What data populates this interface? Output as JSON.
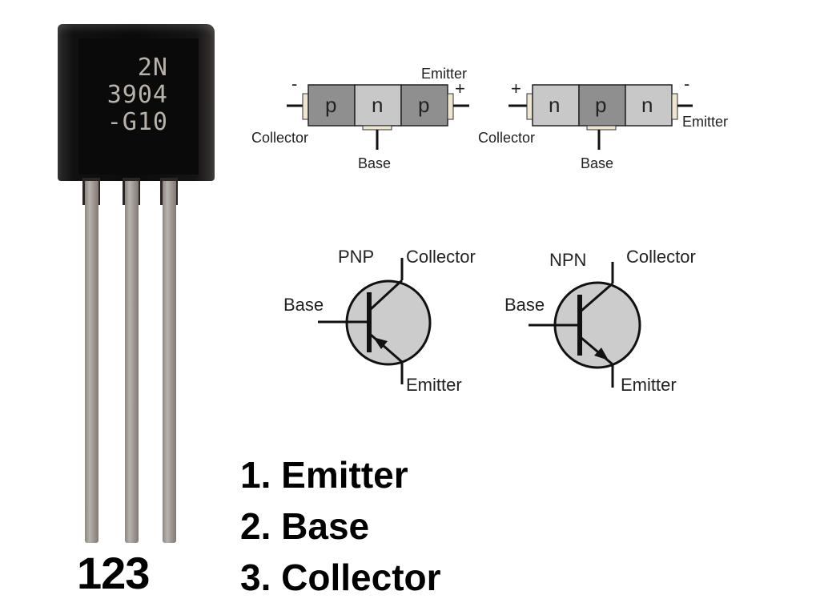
{
  "component": {
    "part_marking_lines": [
      "2N",
      "3904",
      "-G10"
    ],
    "pin_numbers": "123"
  },
  "pinout_list": [
    "1. Emitter",
    "2. Base",
    "3. Collector"
  ],
  "diagrams": {
    "pnp_layers": {
      "layers": [
        "p",
        "n",
        "p"
      ],
      "left_polarity": "-",
      "right_polarity": "+",
      "left_label": "Collector",
      "right_label": "Emitter",
      "bottom_label": "Base"
    },
    "npn_layers": {
      "layers": [
        "n",
        "p",
        "n"
      ],
      "left_polarity": "+",
      "right_polarity": "-",
      "left_label": "Collector",
      "right_label": "Emitter",
      "bottom_label": "Base"
    },
    "pnp_symbol": {
      "title": "PNP",
      "collector_label": "Collector",
      "base_label": "Base",
      "emitter_label": "Emitter"
    },
    "npn_symbol": {
      "title": "NPN",
      "collector_label": "Collector",
      "base_label": "Base",
      "emitter_label": "Emitter"
    }
  },
  "colors": {
    "p_layer": "#8f8f8f",
    "n_layer": "#c8c8c8",
    "symbol_fill": "#cccccc",
    "contact": "#efe6cf"
  }
}
